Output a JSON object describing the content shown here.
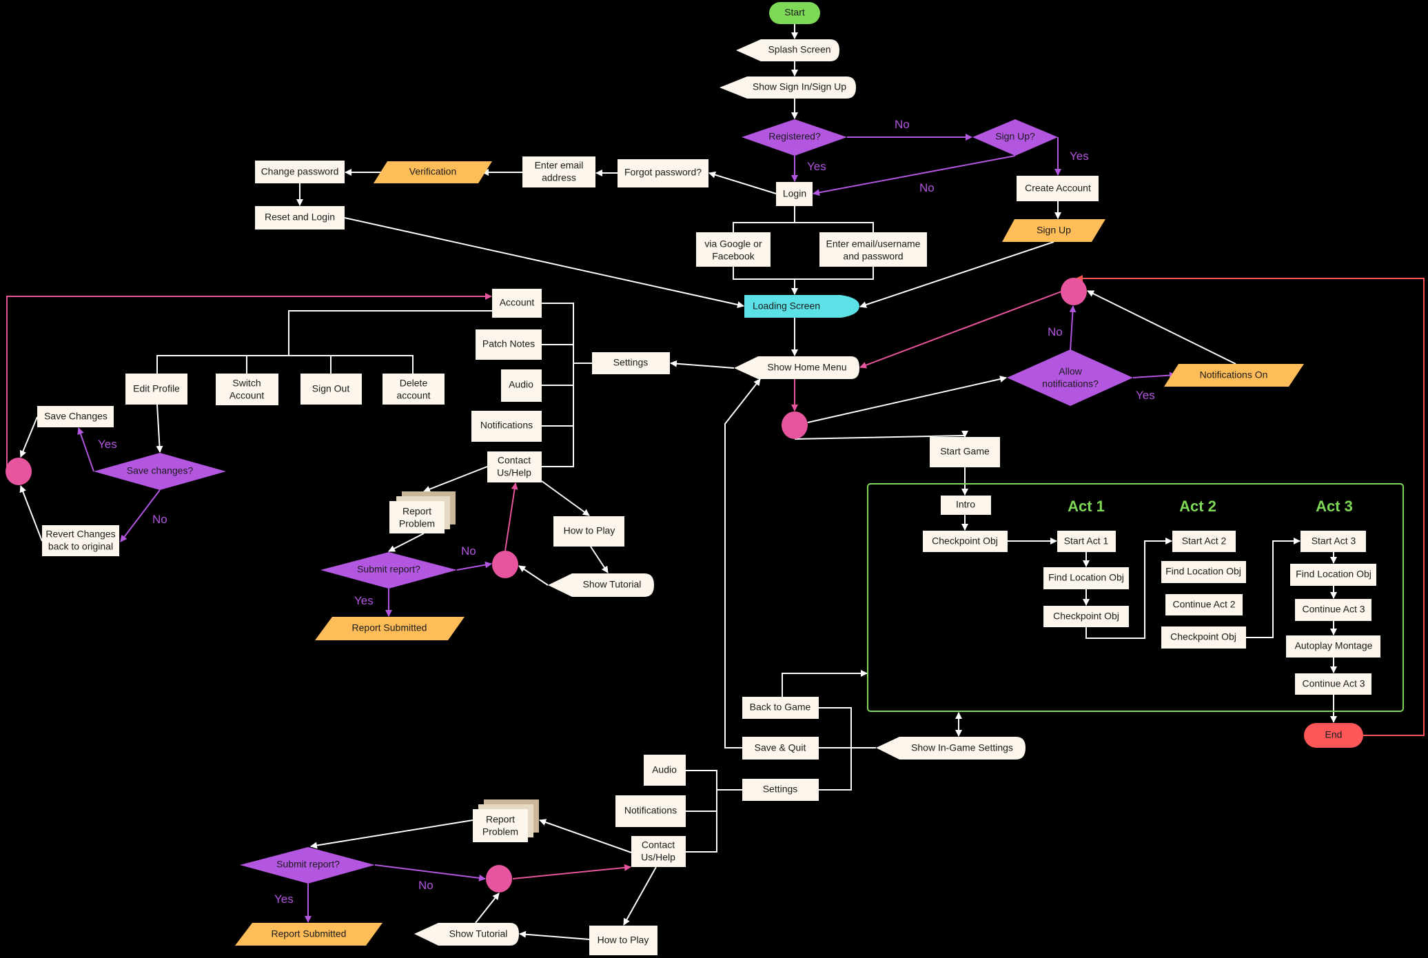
{
  "colors": {
    "background": "#000000",
    "process": "#fdf6ec",
    "decision": "#b356e0",
    "data_io": "#ffbd59",
    "start": "#7ed957",
    "end": "#ff5757",
    "loading": "#5ce1e6",
    "connector": "#e8559f",
    "stack_back": "#cbb89a",
    "stack_mid": "#e6d9c3",
    "act_label": "#7ed957",
    "edge": "#ffffff",
    "edge_decision": "#b356e0",
    "edge_connector": "#e8559f",
    "edge_end": "#ff5757"
  },
  "nodes": {
    "start": "Start",
    "splash": "Splash Screen",
    "show_signin": "Show Sign In/Sign Up",
    "registered": "Registered?",
    "signup_q": "Sign Up?",
    "login": "Login",
    "create_account": "Create Account",
    "signup_io": "Sign Up",
    "via_google": [
      "via Google or",
      "Facebook"
    ],
    "enter_email_user": [
      "Enter email/username",
      "and password"
    ],
    "forgot_password": "Forgot password?",
    "enter_email": [
      "Enter email",
      "address"
    ],
    "verification": "Verification",
    "change_password": "Change password",
    "reset_login": "Reset and Login",
    "loading_screen": "Loading Screen",
    "show_home_menu": "Show Home Menu",
    "settings_top": "Settings",
    "account": "Account",
    "patch_notes": "Patch Notes",
    "audio_top": "Audio",
    "notifications_top": "Notifications",
    "contact_top": [
      "Contact",
      "Us/Help"
    ],
    "edit_profile": "Edit Profile",
    "switch_account": [
      "Switch",
      "Account"
    ],
    "sign_out": "Sign Out",
    "delete_account": [
      "Delete",
      "account"
    ],
    "save_changes": "Save Changes",
    "save_changes_q": "Save changes?",
    "revert_changes": [
      "Revert Changes",
      "back to original"
    ],
    "report_problem_top": [
      "Report",
      "Problem"
    ],
    "submit_report_top": "Submit report?",
    "report_submitted_top": "Report Submitted",
    "how_to_play_top": "How to Play",
    "show_tutorial_top": "Show Tutorial",
    "allow_notifications": [
      "Allow",
      "notifications?"
    ],
    "notifications_on": "Notifications On",
    "start_game": "Start Game",
    "intro": "Intro",
    "checkpoint_intro": "Checkpoint Obj",
    "act1": "Act 1",
    "act2": "Act 2",
    "act3": "Act 3",
    "start_act1": "Start Act 1",
    "find_loc1": "Find Location Obj",
    "checkpoint1": "Checkpoint Obj",
    "start_act2": "Start Act 2",
    "find_loc2": "Find Location Obj",
    "continue_act2": "Continue Act 2",
    "checkpoint2": "Checkpoint Obj",
    "start_act3": "Start Act 3",
    "find_loc3": "Find Location Obj",
    "continue_act3a": "Continue Act 3",
    "autoplay_montage": "Autoplay Montage",
    "continue_act3b": "Continue Act 3",
    "end": "End",
    "back_to_game": "Back to Game",
    "save_quit": "Save & Quit",
    "show_ingame_settings": "Show In-Game Settings",
    "settings_bottom": "Settings",
    "audio_bottom": "Audio",
    "notifications_bottom": "Notifications",
    "contact_bottom": [
      "Contact",
      "Us/Help"
    ],
    "report_problem_bottom": [
      "Report",
      "Problem"
    ],
    "submit_report_bottom": "Submit report?",
    "report_submitted_bottom": "Report Submitted",
    "show_tutorial_bottom": "Show Tutorial",
    "how_to_play_bottom": "How to Play"
  },
  "edge_labels": {
    "registered_no": "No",
    "registered_yes": "Yes",
    "signup_yes": "Yes",
    "signup_no": "No",
    "save_yes": "Yes",
    "save_no": "No",
    "submit_top_no": "No",
    "submit_top_yes": "Yes",
    "notif_no": "No",
    "notif_yes": "Yes",
    "submit_bottom_no": "No",
    "submit_bottom_yes": "Yes"
  }
}
